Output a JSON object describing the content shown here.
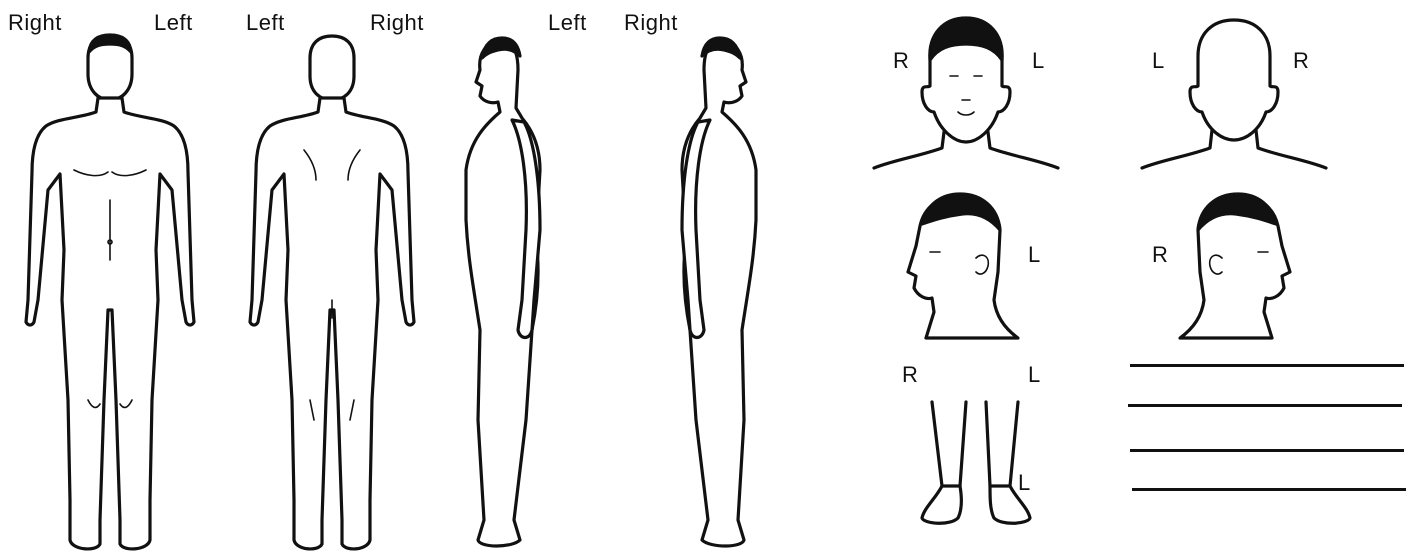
{
  "labels": {
    "front_body": {
      "viewer_left": "Right",
      "viewer_right": "Left"
    },
    "back_body": {
      "viewer_left": "Left",
      "viewer_right": "Right"
    },
    "left_side_body": {
      "label": "Left"
    },
    "right_side_body": {
      "label": "Right"
    },
    "head_front": {
      "viewer_left": "R",
      "viewer_right": "L"
    },
    "head_back": {
      "viewer_left": "L",
      "viewer_right": "R"
    },
    "head_left_profile": {
      "label": "L"
    },
    "head_right_profile": {
      "label": "R"
    },
    "legs_feet": {
      "viewer_left": "R",
      "viewer_right": "L",
      "lower_label": "L"
    }
  },
  "colors": {
    "ink": "#111111",
    "paper": "#ffffff"
  }
}
